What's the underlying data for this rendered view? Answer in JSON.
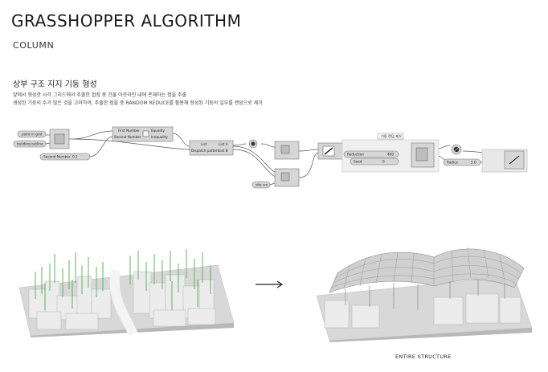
{
  "header": {
    "title": "GRASSHOPPER ALGORITHM",
    "subtitle": "COLUMN"
  },
  "section": {
    "heading": "상부 구조 지지 기둥 형성",
    "lines": [
      "앞에서 형성한 사각 그리드에서 추출한 접점 중 건물 아웃라인 내에 존재하는 점을 추출",
      "생성된 기둥의 수가 많은 것을 고려하여, 추출한 점을 중 RANDOM REDUCE를 활용해 형성된 기둥의 일부를 랜덤으로 제거"
    ]
  },
  "grasshopper": {
    "group_label": "기둥 랜덤 제거",
    "nodes": {
      "point_in_grid": "point in grid",
      "building_outline": "building outline",
      "second_number": "Second Number",
      "second_number_val": "0.2",
      "first_number": "First Number",
      "second_number_in": "Second Number",
      "equality": "Equality",
      "inequality": "Inequality",
      "list": "List",
      "dispatch_pattern": "Dispatch pattern",
      "list_a": "List A",
      "list_b": "List B",
      "site_crv": "site crv",
      "reduction": "Reduction",
      "reduction_val": "400",
      "seed": "Seed",
      "seed_val": "0",
      "radius": "Radius",
      "radius_val": "5.0"
    }
  },
  "arrow_glyph": "⟶",
  "caption": "ENTIRE STRUCTURE",
  "colors": {
    "node_fill": "#d6d6d6",
    "node_stroke": "#7a7a7a",
    "wire": "#555555",
    "column_green": "#4caf50",
    "building": "#e4e4e4",
    "roof_grid": "#9a9a9a"
  }
}
